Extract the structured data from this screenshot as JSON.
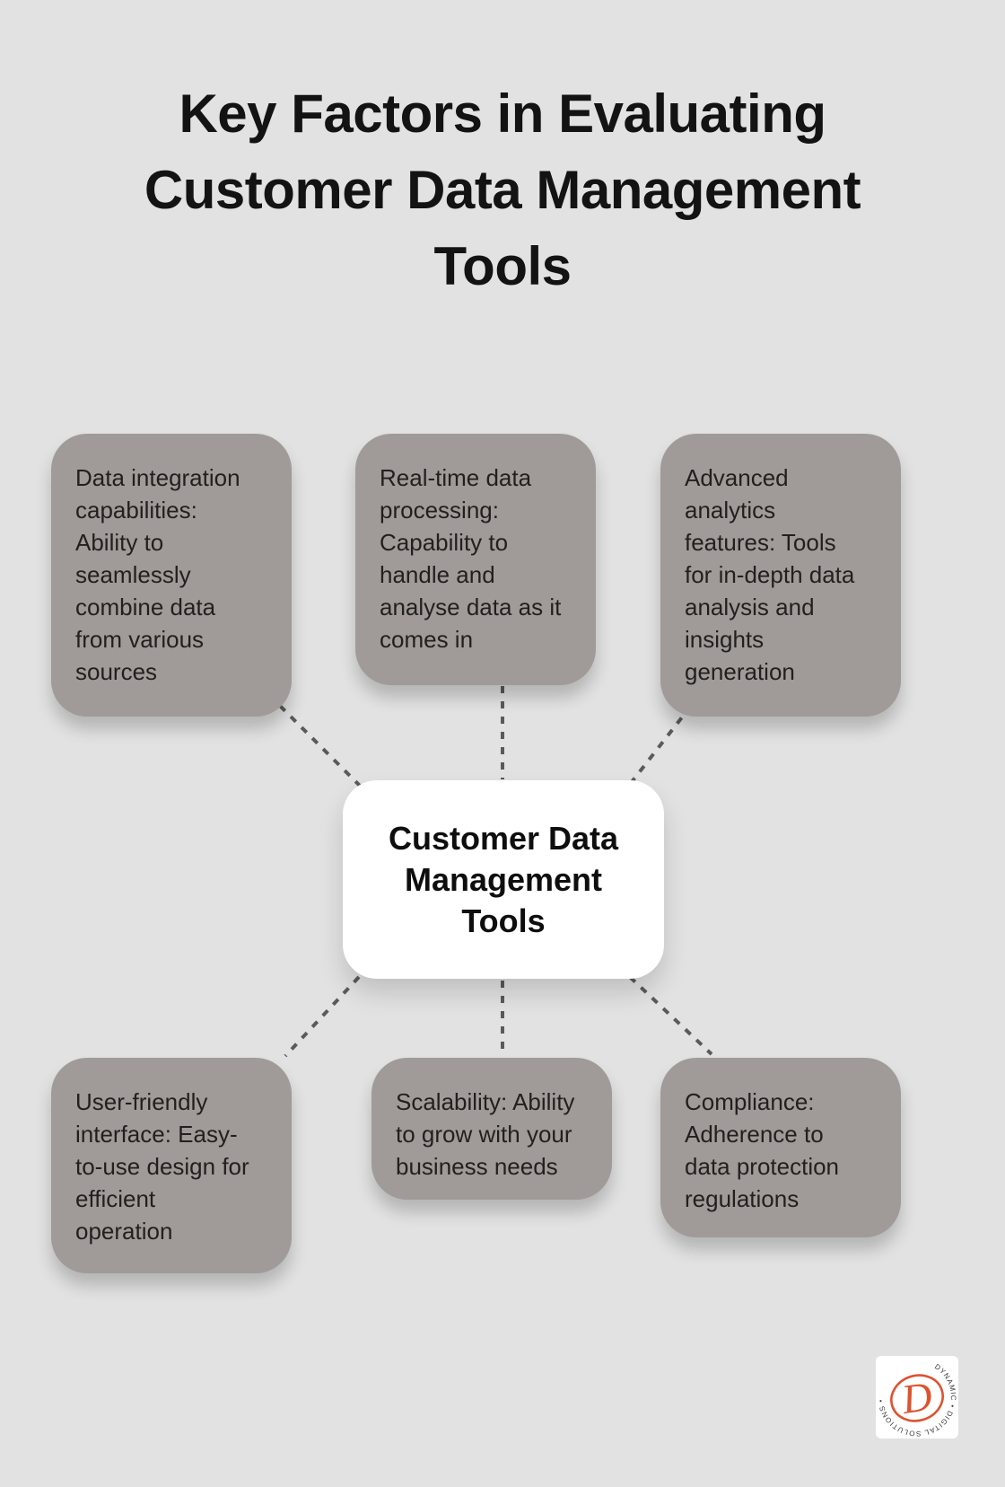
{
  "title": "Key Factors in Evaluating\nCustomer Data Management\nTools",
  "center_node": {
    "label": "Customer Data\nManagement\nTools"
  },
  "factors": [
    {
      "name": "data-integration-capabilities",
      "text": "Data integration\ncapabilities:\nAbility to\nseamlessly\ncombine data\nfrom various\nsources"
    },
    {
      "name": "real-time-data-processing",
      "text": "Real-time data\nprocessing:\nCapability to\nhandle and\nanalyse data as it\ncomes in"
    },
    {
      "name": "advanced-analytics-features",
      "text": "Advanced\nanalytics\nfeatures: Tools\nfor in-depth data\nanalysis and\ninsights\ngeneration"
    },
    {
      "name": "user-friendly-interface",
      "text": "User-friendly\ninterface: Easy-\nto-use design for\nefficient\noperation"
    },
    {
      "name": "scalability",
      "text": "Scalability: Ability\nto grow with your\nbusiness needs"
    },
    {
      "name": "compliance",
      "text": "Compliance:\nAdherence to\ndata protection\nregulations"
    }
  ],
  "logo": {
    "monogram": "D",
    "arc_text": "DYNAMIC • DIGITAL SOLUTIONS •",
    "accent_color": "#dd5330"
  },
  "colors": {
    "background": "#e2e2e2",
    "factor_box": "#a09b98",
    "center_box": "#ffffff",
    "connector": "#5a5a5a",
    "title_text": "#131313",
    "body_text": "#221f1e"
  }
}
